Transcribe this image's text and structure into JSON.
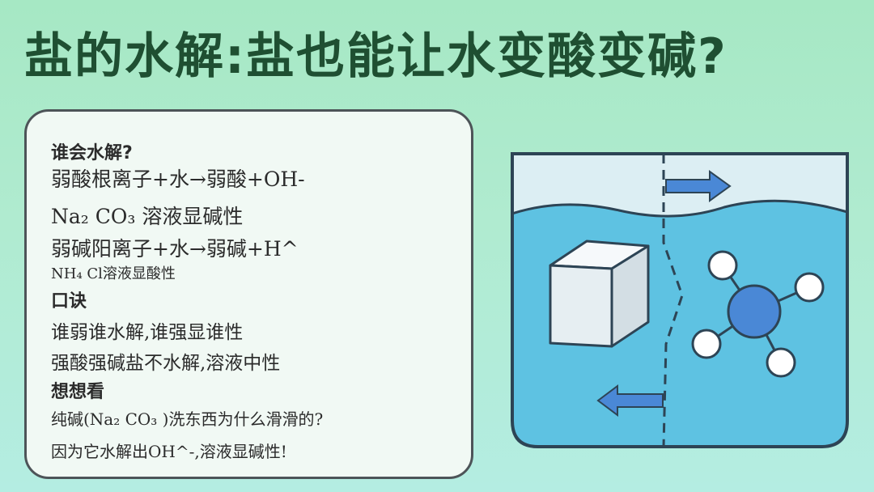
{
  "title": "盐的水解:盐也能让水变酸变碱?",
  "card": {
    "lines": [
      {
        "text": "谁会水解?",
        "style": "heading"
      },
      {
        "text": "弱酸根离子+水→弱酸+OH-",
        "style": "big"
      },
      {
        "text": "Na₂ CO₃ 溶液显碱性",
        "style": "big"
      },
      {
        "text": "弱碱阳离子+水→弱碱+H^",
        "style": "big"
      },
      {
        "text": "NH₄ Cl溶液显酸性",
        "style": "xs"
      },
      {
        "text": "口诀",
        "style": "heading"
      },
      {
        "text": "谁弱谁水解,谁强显谁性",
        "style": "mid"
      },
      {
        "text": "强酸强碱盐不水解,溶液中性",
        "style": "mid"
      },
      {
        "text": "想想看",
        "style": "heading"
      },
      {
        "text": "纯碱(Na₂ CO₃ )洗东西为什么滑滑的?",
        "style": "small"
      },
      {
        "text": "因为它水解出OH^-,溶液显碱性!",
        "style": "small"
      }
    ]
  },
  "illustration": {
    "colors": {
      "water": "#5ec2e2",
      "air": "#dceef3",
      "outline": "#2d4455",
      "arrow": "#4a88d6",
      "atom_center": "#4a88d6",
      "atom_outer": "#ffffff",
      "cube": "#eef3f6"
    },
    "icons": [
      "salt-crystal-cube-icon",
      "molecule-icon",
      "arrow-right-icon",
      "arrow-left-icon"
    ]
  }
}
